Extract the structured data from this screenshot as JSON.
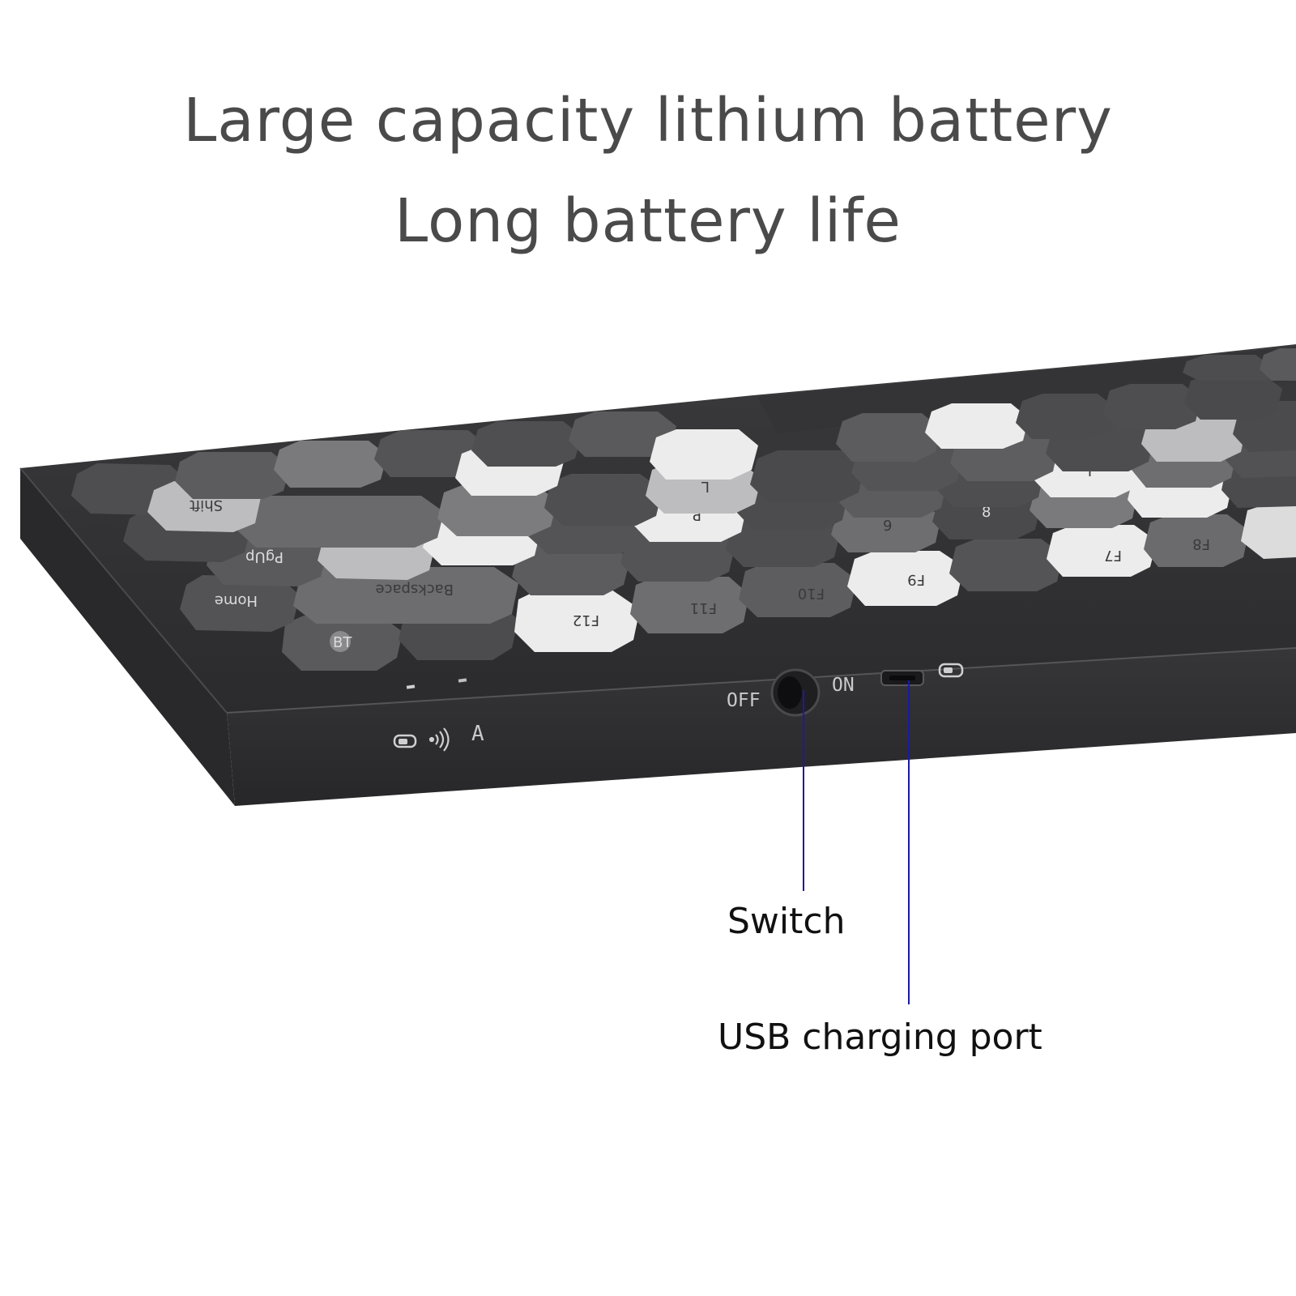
{
  "headline": {
    "line1": "Large capacity lithium battery",
    "line2": "Long battery life"
  },
  "callouts": {
    "switch": "Switch",
    "usb_port": "USB charging port"
  },
  "keyboard_front": {
    "switch_off": "OFF",
    "switch_on": "ON",
    "mode_indicator": "A"
  },
  "keycaps": {
    "f12": "F12",
    "f11": "F11",
    "f10": "F10",
    "f9": "F9",
    "f8": "F8",
    "f7": "F7",
    "backspace": "Backspace",
    "pgup": "PgUp",
    "home": "Home",
    "shift": "Shift",
    "bt": "BT",
    "p": "P",
    "y": "Y",
    "nine": "9",
    "eight": "8",
    "l": "L"
  },
  "colors": {
    "headline_text": "#4a4a4a",
    "callout_text": "#111111",
    "leader_line": "#1a1aa6",
    "keyboard_body": "#2f2f31",
    "key_dark": "#4b4b4d",
    "key_mid": "#7a7a7c",
    "key_light": "#bdbdbf",
    "key_white": "#ececec"
  },
  "icons": [
    "battery-icon",
    "wireless-signal-icon",
    "micro-usb-port-icon",
    "power-switch-icon"
  ]
}
